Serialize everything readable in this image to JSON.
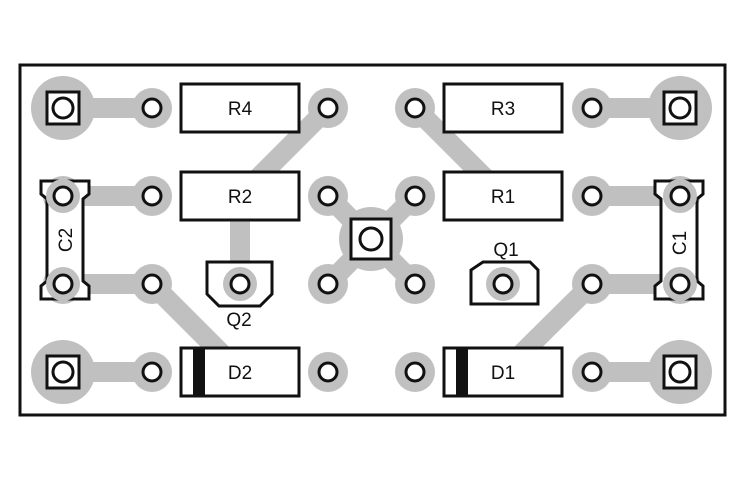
{
  "labels": {
    "r1": "R1",
    "r2": "R2",
    "r3": "R3",
    "r4": "R4",
    "c1": "C1",
    "c2": "C2",
    "q1": "Q1",
    "q2": "Q2",
    "d1": "D1",
    "d2": "D2"
  },
  "colors": {
    "trace": "#c0c0c0",
    "outline": "#111111",
    "background": "#ffffff",
    "hole": "#ffffff"
  }
}
